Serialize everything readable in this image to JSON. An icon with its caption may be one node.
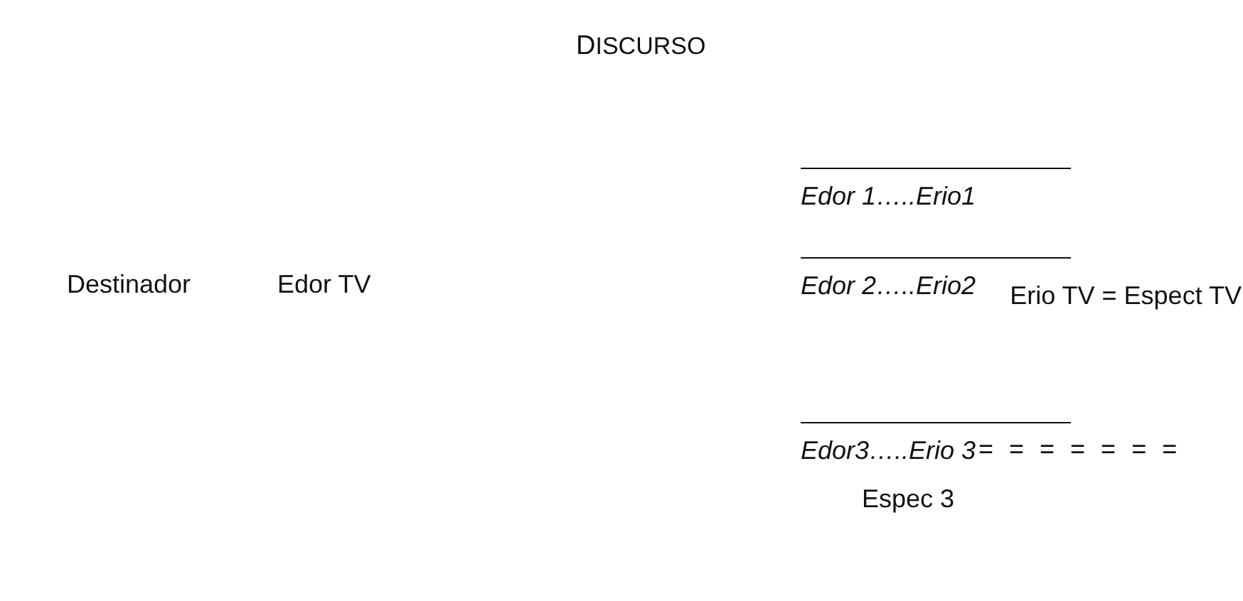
{
  "diagram": {
    "title": "DISCURSO",
    "labels": [
      "Edor 1…..Erio1",
      "Destinador",
      "Edor TV",
      "Edor 2…..Erio2",
      "Erio TV = Espect TV",
      "Edor3…..Erio 3",
      "= = = = = = =",
      "Espec 3"
    ]
  }
}
